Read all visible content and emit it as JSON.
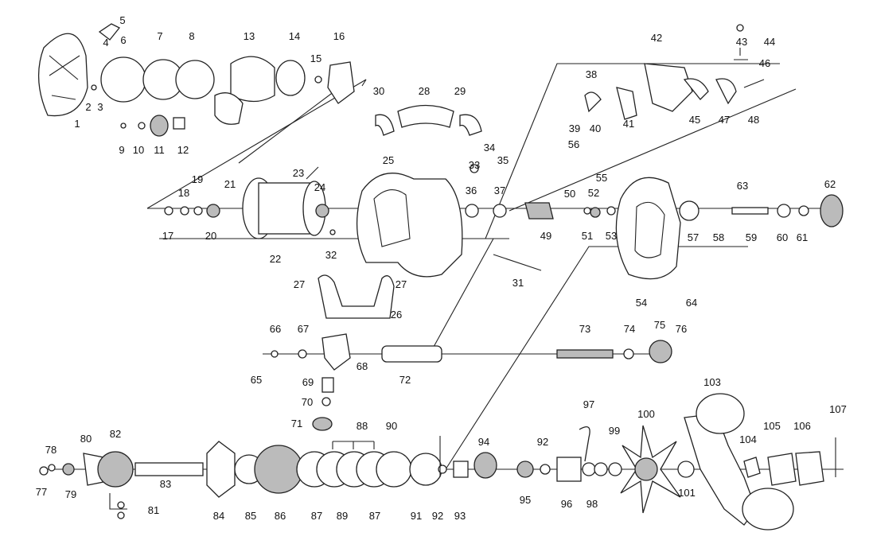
{
  "labels": [
    "1",
    "2",
    "3",
    "4",
    "5",
    "6",
    "7",
    "8",
    "9",
    "10",
    "11",
    "12",
    "13",
    "14",
    "15",
    "16",
    "17",
    "18",
    "19",
    "20",
    "21",
    "22",
    "23",
    "24",
    "25",
    "26",
    "27",
    "27",
    "28",
    "29",
    "30",
    "31",
    "32",
    "33",
    "34",
    "35",
    "36",
    "37",
    "38",
    "39",
    "40",
    "41",
    "42",
    "43",
    "44",
    "45",
    "46",
    "47",
    "48",
    "49",
    "50",
    "51",
    "52",
    "53",
    "54",
    "55",
    "56",
    "57",
    "58",
    "59",
    "60",
    "61",
    "62",
    "63",
    "64",
    "65",
    "66",
    "67",
    "68",
    "69",
    "70",
    "71",
    "72",
    "73",
    "74",
    "75",
    "76",
    "77",
    "78",
    "79",
    "80",
    "81",
    "82",
    "83",
    "84",
    "85",
    "86",
    "87",
    "87",
    "88",
    "89",
    "90",
    "91",
    "92",
    "92",
    "93",
    "94",
    "95",
    "96",
    "97",
    "98",
    "99",
    "100",
    "101",
    "103",
    "104",
    "105",
    "106",
    "107"
  ]
}
